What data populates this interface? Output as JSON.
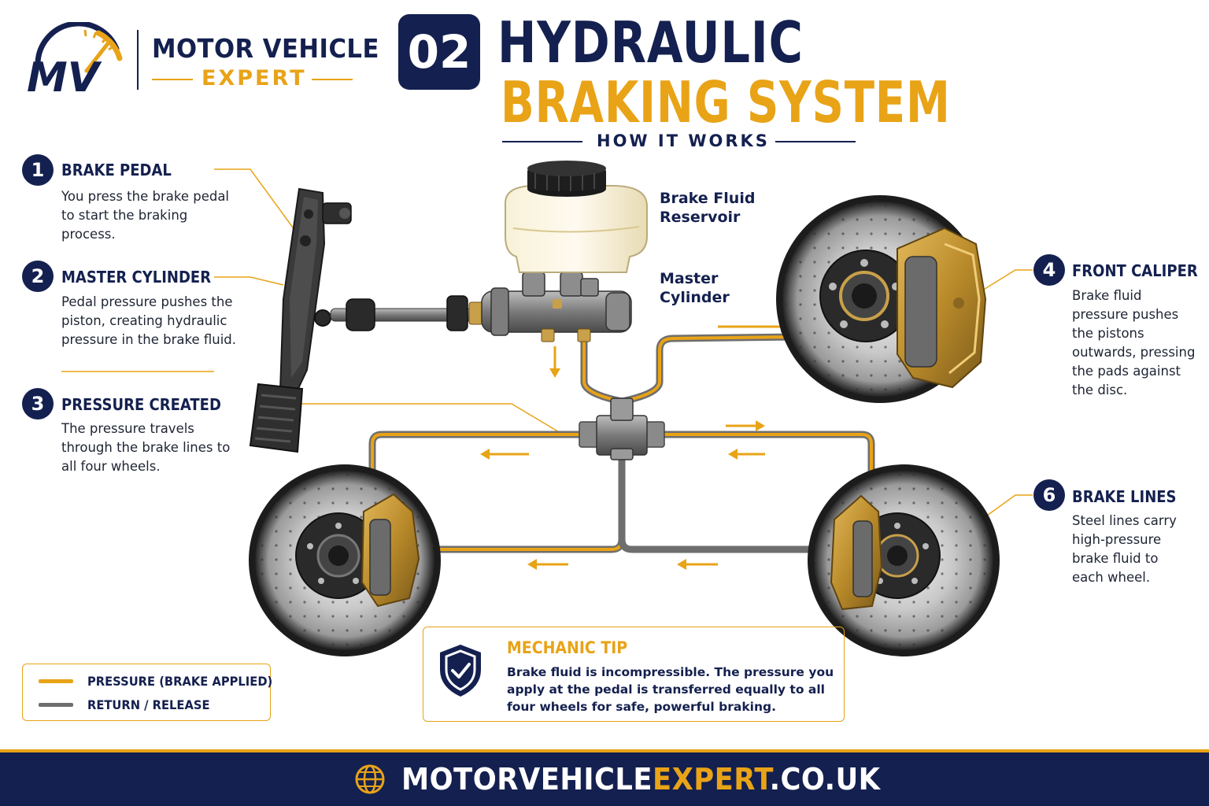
{
  "brand": {
    "monogram": "MV",
    "name_line1": "MOTOR VEHICLE",
    "name_line2": "EXPERT"
  },
  "header": {
    "number": "02",
    "title_line1": "HYDRAULIC",
    "title_line2": "BRAKING SYSTEM",
    "subtitle": "HOW IT WORKS"
  },
  "steps": [
    {
      "num": "1",
      "title": "BRAKE PEDAL",
      "body": "You press the brake pedal to start the braking process."
    },
    {
      "num": "2",
      "title": "MASTER CYLINDER",
      "body": "Pedal pressure pushes the piston, creating hydraulic pressure in the brake fluid."
    },
    {
      "num": "3",
      "title": "PRESSURE CREATED",
      "body": "The pressure travels through the brake lines to all four wheels."
    },
    {
      "num": "4",
      "title": "FRONT CALIPER",
      "body": "Brake fluid pressure pushes the pistons outwards, pressing the pads against the disc."
    },
    {
      "num": "6",
      "title": "BRAKE LINES",
      "body": "Steel lines carry high-pressure brake fluid to each wheel."
    }
  ],
  "parts": {
    "reservoir": "Brake Fluid Reservoir",
    "master_cylinder": "Master Cylinder"
  },
  "legend": {
    "pressure": "PRESSURE (BRAKE APPLIED)",
    "return": "RETURN / RELEASE"
  },
  "tip": {
    "title": "MECHANIC TIP",
    "body": "Brake fluid is incompressible. The pressure you apply at the pedal is transferred equally to all four wheels for safe, powerful braking."
  },
  "footer": {
    "part1": "MOTORVEHICLE",
    "part2": "EXPERT",
    "part3": ".CO.UK"
  },
  "colors": {
    "navy": "#14204f",
    "accent": "#e8a317",
    "return_line": "#6e6e6e"
  },
  "icons": [
    "speedometer-icon",
    "shield-check-icon",
    "globe-icon",
    "arrow-icon"
  ]
}
